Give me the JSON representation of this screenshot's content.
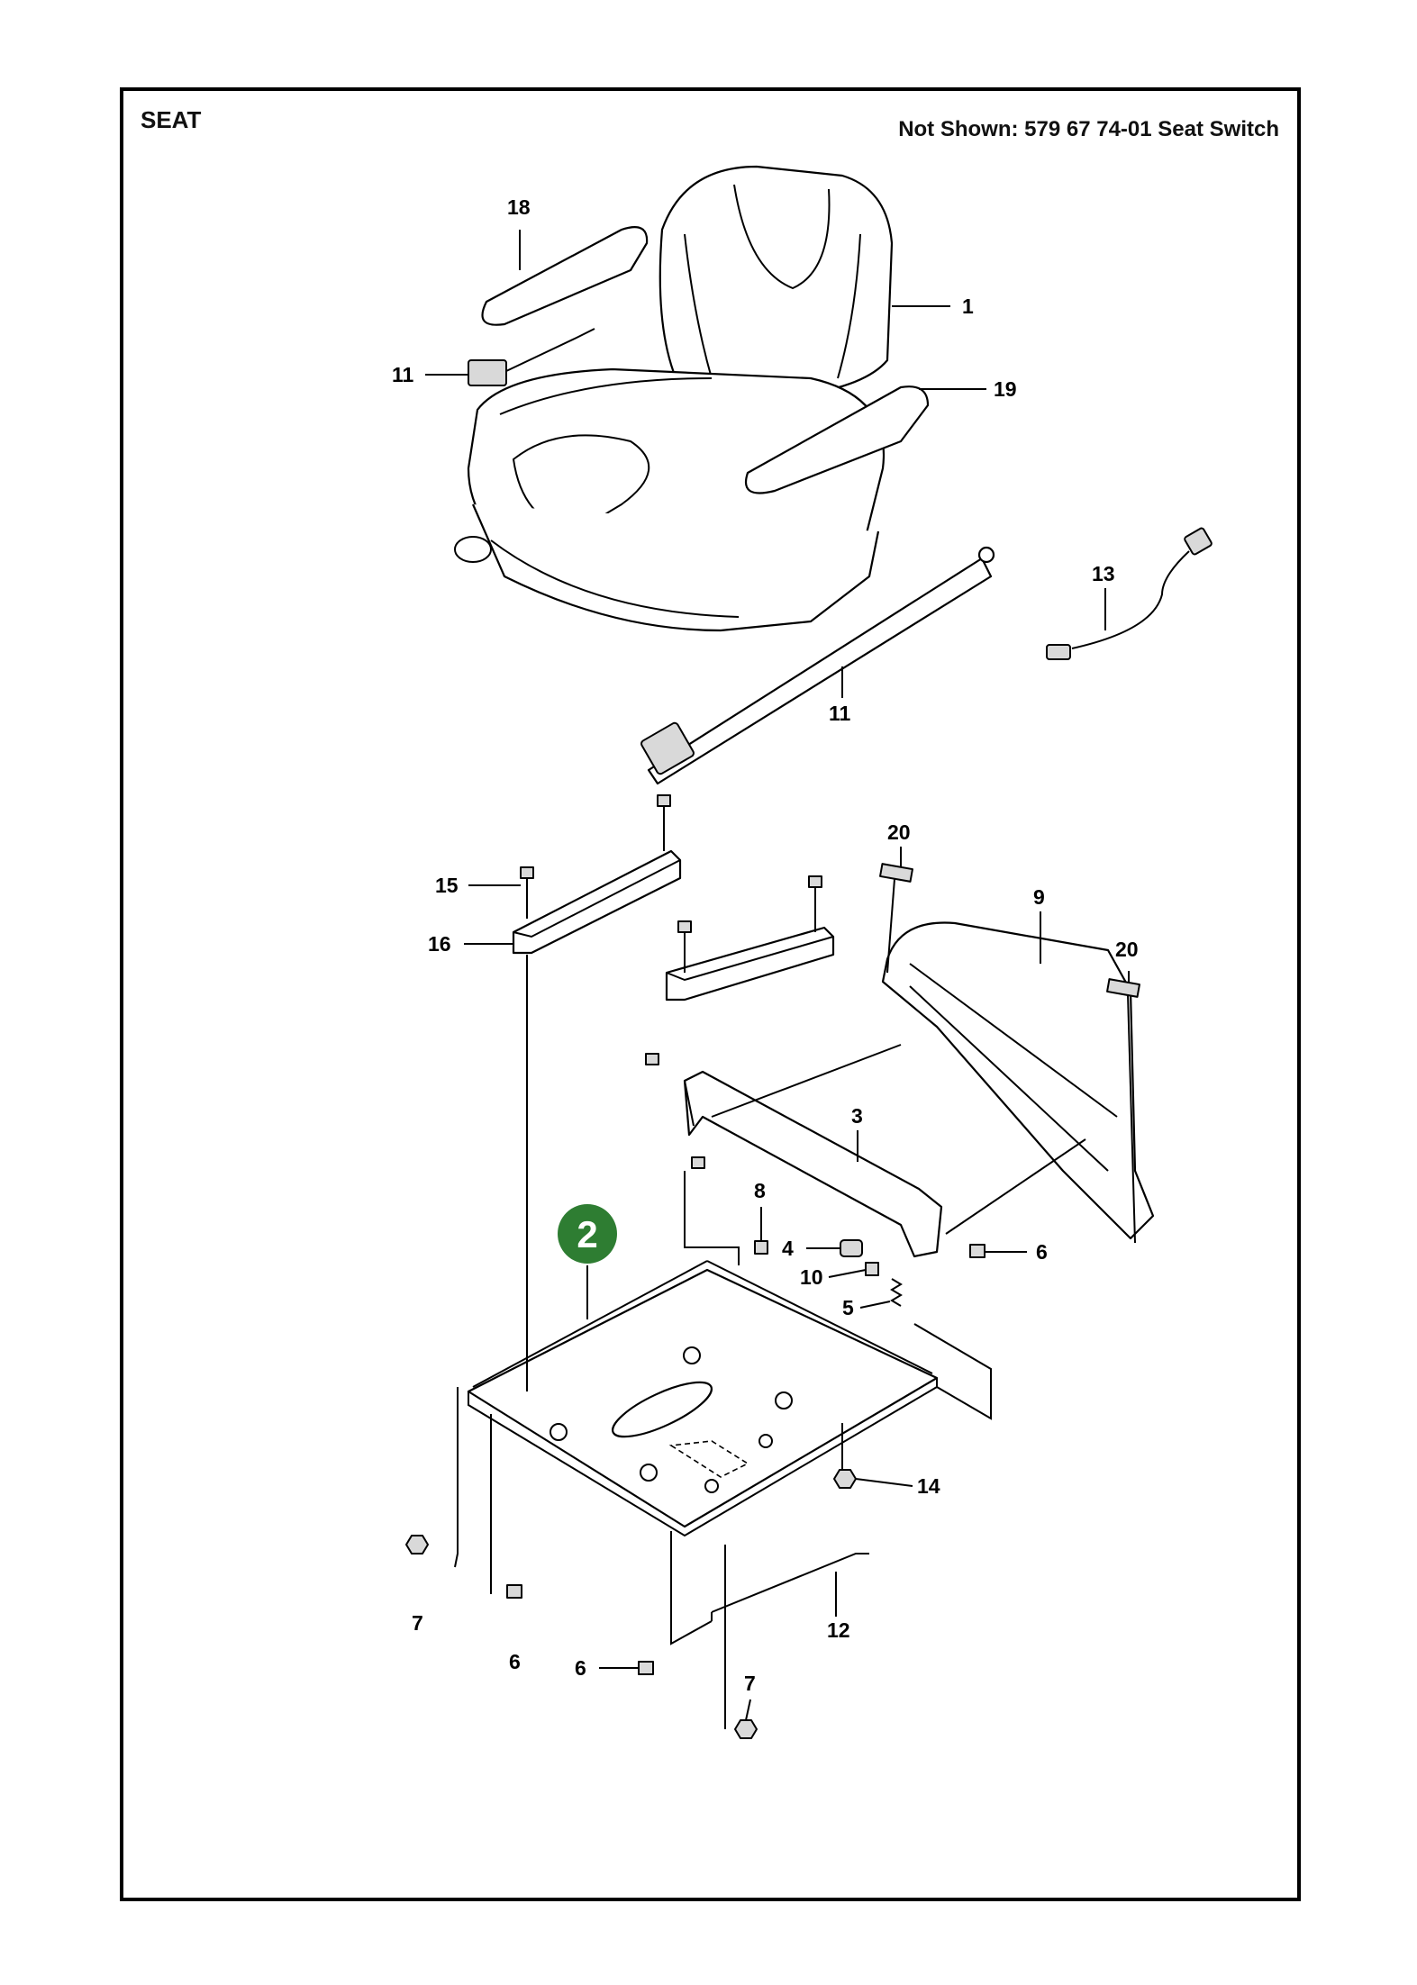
{
  "header": {
    "title": "SEAT",
    "not_shown": "Not Shown: 579 67 74-01 Seat Switch"
  },
  "badge": {
    "label": "2",
    "color": "#2e7d32"
  },
  "callouts": [
    {
      "id": "c1",
      "label": "1"
    },
    {
      "id": "c18",
      "label": "18"
    },
    {
      "id": "c11a",
      "label": "11"
    },
    {
      "id": "c19",
      "label": "19"
    },
    {
      "id": "c13",
      "label": "13"
    },
    {
      "id": "c11b",
      "label": "11"
    },
    {
      "id": "c15",
      "label": "15"
    },
    {
      "id": "c16",
      "label": "16"
    },
    {
      "id": "c20a",
      "label": "20"
    },
    {
      "id": "c9",
      "label": "9"
    },
    {
      "id": "c20b",
      "label": "20"
    },
    {
      "id": "c3",
      "label": "3"
    },
    {
      "id": "c8",
      "label": "8"
    },
    {
      "id": "c4",
      "label": "4"
    },
    {
      "id": "c10",
      "label": "10"
    },
    {
      "id": "c6a",
      "label": "6"
    },
    {
      "id": "c5",
      "label": "5"
    },
    {
      "id": "c14",
      "label": "14"
    },
    {
      "id": "c7a",
      "label": "7"
    },
    {
      "id": "c6b",
      "label": "6"
    },
    {
      "id": "c12",
      "label": "12"
    },
    {
      "id": "c6c",
      "label": "6"
    },
    {
      "id": "c7b",
      "label": "7"
    }
  ]
}
